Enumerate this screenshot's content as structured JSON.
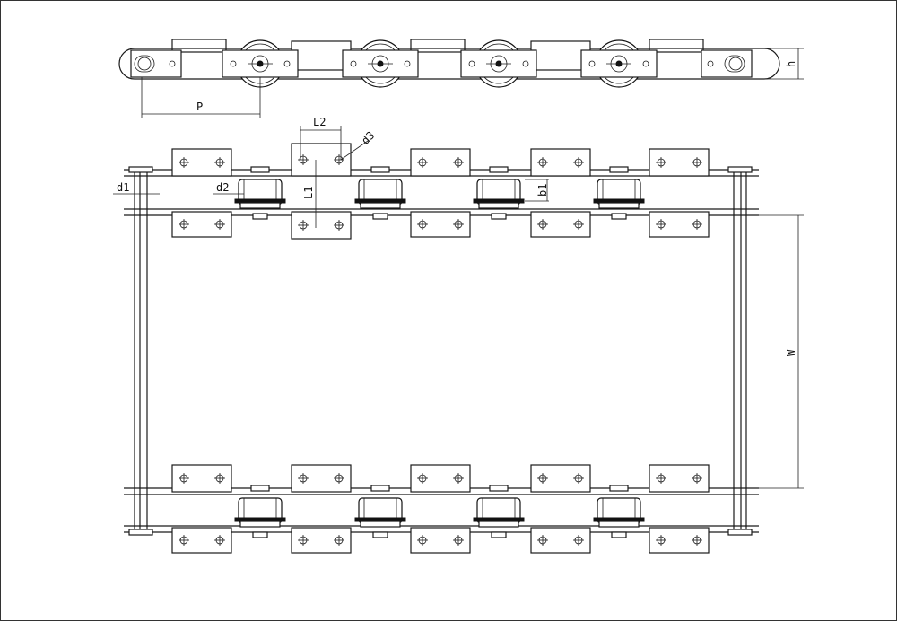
{
  "drawing": {
    "title": "Conveyor chain with rollers and attachment plates",
    "colors": {
      "line": "#1a1a1a",
      "background": "#ffffff"
    }
  },
  "labels": {
    "pitch": "P",
    "height": "h",
    "plate_width": "L2",
    "hole_diameter": "d3",
    "pin_diameter": "d1",
    "roller_diameter": "d2",
    "plate_length": "L1",
    "roller_width": "b1",
    "chain_spacing": "W"
  }
}
